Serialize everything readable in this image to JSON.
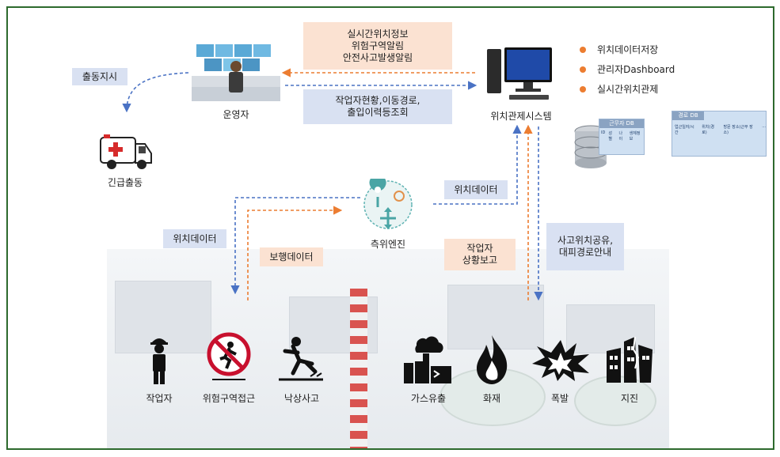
{
  "nodes": {
    "operator": "운영자",
    "control_system": "위치관제시스템",
    "ambulance": "긴급출동",
    "engine": "측위엔진"
  },
  "messages": {
    "alerts": "실시간위치정보\n위험구역알림\n안전사고발생알림",
    "status_query": "작업자현황,이동경로,\n출입이력등조회",
    "dispatch": "출동지시",
    "location_to_system": "위치데이터",
    "location_from_worker": "위치데이터",
    "walking_data": "보행데이터",
    "worker_report": "작업자\n상황보고",
    "accident_share": "사고위치공유,\n대피경로안내"
  },
  "legend": [
    {
      "label": "위치데이터저장"
    },
    {
      "label": "관리자Dashboard"
    },
    {
      "label": "실시간위치관제"
    }
  ],
  "db": {
    "table1_title": "근무자 DB",
    "table1_cols": [
      "ID",
      "성별",
      "나이",
      "생체정보"
    ],
    "table2_title": "경로 DB",
    "table2_cols": [
      "업근일자/시간",
      "위치(경로)",
      "방문 장소(근무 장소)",
      "..."
    ]
  },
  "hazards": [
    {
      "label": "작업자",
      "icon": "worker-icon"
    },
    {
      "label": "위험구역접근",
      "icon": "no-entry-icon"
    },
    {
      "label": "낙상사고",
      "icon": "fall-icon"
    },
    {
      "label": "가스유출",
      "icon": "gas-leak-icon"
    },
    {
      "label": "화재",
      "icon": "fire-icon"
    },
    {
      "label": "폭발",
      "icon": "explosion-icon"
    },
    {
      "label": "지진",
      "icon": "earthquake-icon"
    }
  ],
  "colors": {
    "frame": "#2d6a2d",
    "orange": "#ec7d31",
    "blue": "#4a72c4",
    "orange_box": "#fbe2d2",
    "blue_box": "#d9e1f2"
  }
}
